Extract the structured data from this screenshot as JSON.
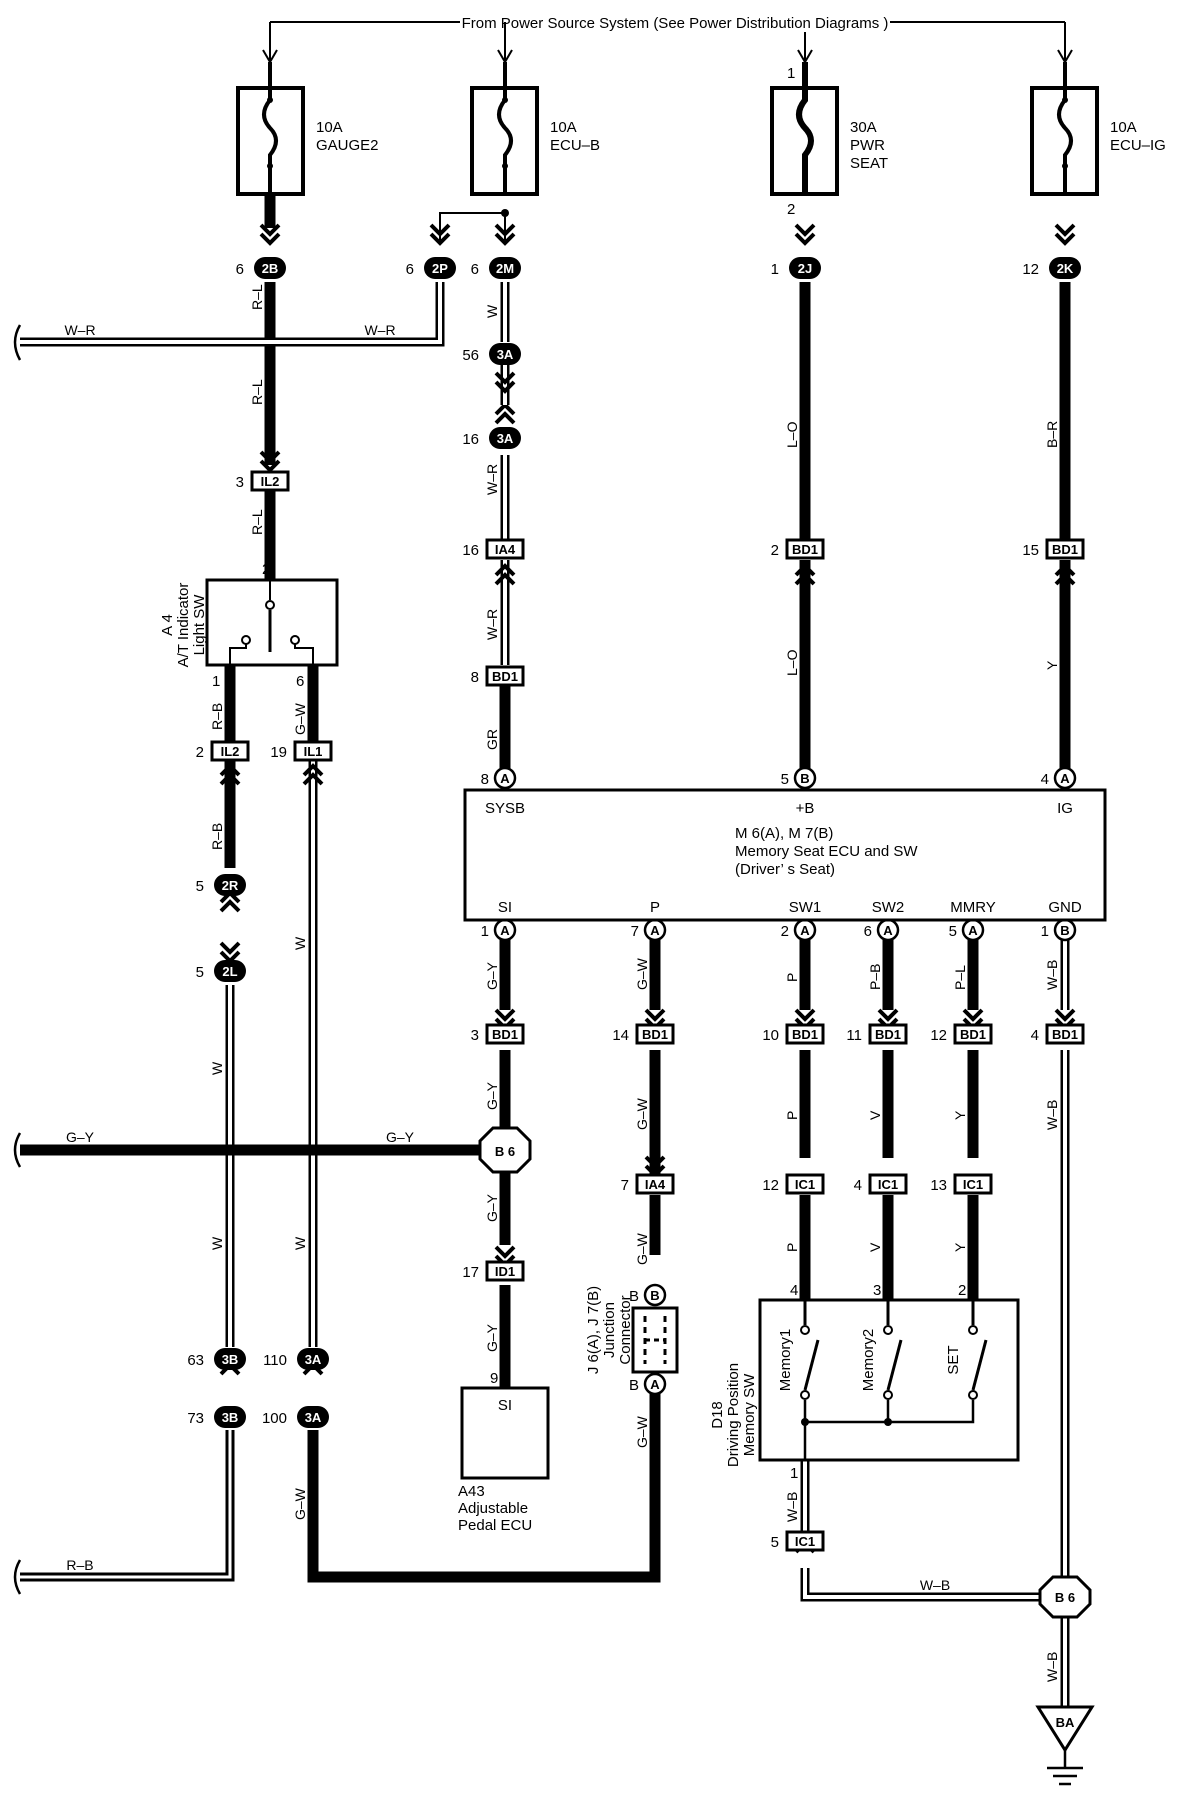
{
  "top_note": "From Power Source System (See Power Distribution Diagrams )",
  "fuses": [
    {
      "amp": "10A",
      "name": "GAUGE2",
      "name2": "",
      "pin_in": "",
      "pin_out": ""
    },
    {
      "amp": "10A",
      "name": "ECU–B",
      "name2": "",
      "pin_in": "",
      "pin_out": ""
    },
    {
      "amp": "30A",
      "name": "PWR",
      "name2": "SEAT",
      "pin_in": "1",
      "pin_out": "2"
    },
    {
      "amp": "10A",
      "name": "ECU–IG",
      "name2": "",
      "pin_in": "",
      "pin_out": ""
    }
  ],
  "connectors": {
    "c2B": {
      "id": "2B",
      "pin": "6"
    },
    "c2P": {
      "id": "2P",
      "pin": "6"
    },
    "c2M": {
      "id": "2M",
      "pin": "6"
    },
    "c2J": {
      "id": "2J",
      "pin": "1"
    },
    "c2K": {
      "id": "2K",
      "pin": "12"
    },
    "c3A56": {
      "id": "3A",
      "pin": "56"
    },
    "c3A16": {
      "id": "3A",
      "pin": "16"
    },
    "cIL2a": {
      "id": "IL2",
      "pin": "3"
    },
    "cIA4a": {
      "id": "IA4",
      "pin": "16"
    },
    "cBD1a": {
      "id": "BD1",
      "pin": "2"
    },
    "cBD1b": {
      "id": "BD1",
      "pin": "15"
    },
    "cBD1c": {
      "id": "BD1",
      "pin": "8"
    },
    "cIL2b": {
      "id": "IL2",
      "pin": "2"
    },
    "cIL1": {
      "id": "IL1",
      "pin": "19"
    },
    "cA8": {
      "id": "A",
      "pin": "8"
    },
    "cB5": {
      "id": "B",
      "pin": "5"
    },
    "cA4": {
      "id": "A",
      "pin": "4"
    },
    "c2R": {
      "id": "2R",
      "pin": "5"
    },
    "c2L": {
      "id": "2L",
      "pin": "5"
    },
    "cA1": {
      "id": "A",
      "pin": "1"
    },
    "cA7": {
      "id": "A",
      "pin": "7"
    },
    "cA2": {
      "id": "A",
      "pin": "2"
    },
    "cA6": {
      "id": "A",
      "pin": "6"
    },
    "cA5": {
      "id": "A",
      "pin": "5"
    },
    "cB1": {
      "id": "B",
      "pin": "1"
    },
    "cBD1_3": {
      "id": "BD1",
      "pin": "3"
    },
    "cBD1_14": {
      "id": "BD1",
      "pin": "14"
    },
    "cBD1_10": {
      "id": "BD1",
      "pin": "10"
    },
    "cBD1_11": {
      "id": "BD1",
      "pin": "11"
    },
    "cBD1_12": {
      "id": "BD1",
      "pin": "12"
    },
    "cBD1_4": {
      "id": "BD1",
      "pin": "4"
    },
    "cIA4b": {
      "id": "IA4",
      "pin": "7"
    },
    "cIC1_12": {
      "id": "IC1",
      "pin": "12"
    },
    "cIC1_4": {
      "id": "IC1",
      "pin": "4"
    },
    "cIC1_13": {
      "id": "IC1",
      "pin": "13"
    },
    "cID1": {
      "id": "ID1",
      "pin": "17"
    },
    "cJB": {
      "id": "B",
      "pin": "B"
    },
    "cJA": {
      "id": "A",
      "pin": "B"
    },
    "c3B63": {
      "id": "3B",
      "pin": "63"
    },
    "c3A110": {
      "id": "3A",
      "pin": "110"
    },
    "c3B73": {
      "id": "3B",
      "pin": "73"
    },
    "c3A100": {
      "id": "3A",
      "pin": "100"
    },
    "cIC1_5": {
      "id": "IC1",
      "pin": "5"
    }
  },
  "splices": {
    "b6a": "B 6",
    "b6b": "B 6"
  },
  "ground": "BA",
  "wires": {
    "wr_left": "W–R",
    "wr_right": "W–R",
    "rl1": "R–L",
    "rl2": "R–L",
    "rl3": "R–L",
    "w_ecub": "W",
    "wr2": "W–R",
    "wr3": "W–R",
    "gr": "GR",
    "lo1": "L–O",
    "lo2": "L–O",
    "br": "B–R",
    "y": "Y",
    "rb1": "R–B",
    "gw1": "G–W",
    "rb2": "R–B",
    "w1": "W",
    "w2": "W",
    "w3": "W",
    "w4": "W",
    "gy_left": "G–Y",
    "gy_mid": "G–Y",
    "gy1": "G–Y",
    "gy2": "G–Y",
    "gy3": "G–Y",
    "gy4": "G–Y",
    "gw2": "G–W",
    "gw3": "G–W",
    "gw4": "G–W",
    "gw5": "G–W",
    "gw6": "G–W",
    "p1": "P",
    "p2": "P",
    "p3": "P",
    "pb": "P–B",
    "v1": "V",
    "v2": "V",
    "pl": "P–L",
    "y2": "Y",
    "y3": "Y",
    "wb1": "W–B",
    "wb2": "W–B",
    "wb3": "W–B",
    "wb4": "W–B",
    "wb5": "W–B",
    "rb_bottom": "R–B"
  },
  "components": {
    "at_sw": {
      "code": "A 4",
      "name": "A/T Indicator",
      "name2": "Light SW",
      "pin_top": "2",
      "pin_l": "1",
      "pin_r": "6"
    },
    "ecu": {
      "code": "M 6(A), M 7(B)",
      "name": "Memory Seat ECU and SW",
      "name2": "(Driver’ s Seat)",
      "terminals": [
        "SYSB",
        "+B",
        "IG",
        "SI",
        "P",
        "SW1",
        "SW2",
        "MMRY",
        "GND"
      ]
    },
    "pedal": {
      "code": "A43",
      "name": "Adjustable",
      "name2": "Pedal ECU",
      "term": "SI",
      "pin": "9"
    },
    "junction": {
      "code": "J 6(A), J 7(B)",
      "name": "Junction",
      "name2": "Connector"
    },
    "memsw": {
      "code": "D18",
      "name": "Driving Position",
      "name2": "Memory SW",
      "switches": [
        "Memory1",
        "Memory2",
        "SET"
      ],
      "pins": [
        "4",
        "3",
        "2"
      ],
      "pin_bottom": "1"
    }
  }
}
